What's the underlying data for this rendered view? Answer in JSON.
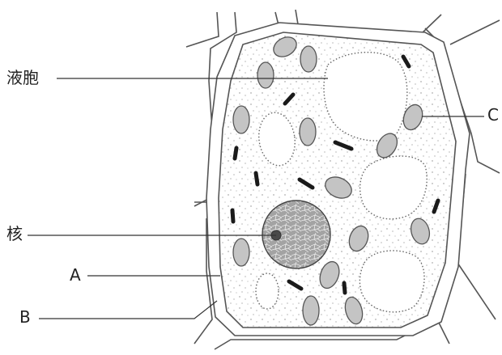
{
  "labels": {
    "vacuole": "液胞",
    "nucleus": "核",
    "a": "A",
    "b": "B",
    "c": "C"
  },
  "colors": {
    "outline": "#555555",
    "cytoplasm_dots": "#8a8a8a",
    "chloroplast_fill": "#c4c4c4",
    "nucleus_fill": "#9e9e9e",
    "mitochondria": "#1a1a1a"
  },
  "structures": [
    "cell-wall",
    "cell-membrane",
    "cytoplasm",
    "vacuole",
    "nucleus",
    "nucleolus",
    "chloroplast",
    "mitochondrion",
    "neighbor-cell-walls"
  ]
}
